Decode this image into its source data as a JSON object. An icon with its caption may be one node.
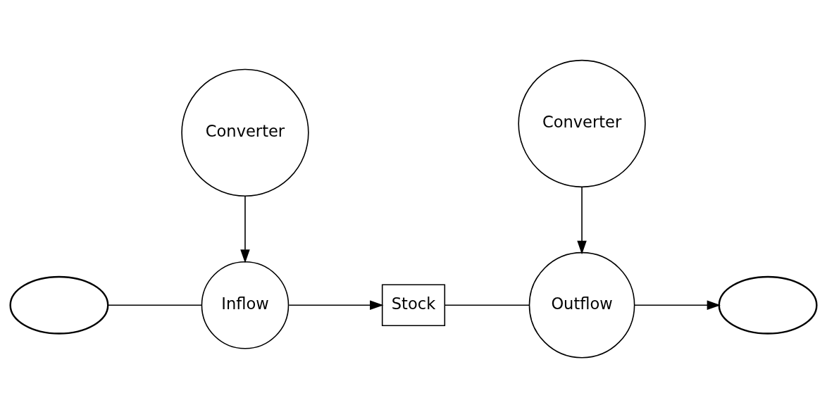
{
  "diagram": {
    "nodes": [
      {
        "text": [],
        "shape": "cloud"
      },
      {
        "text": [
          "Inflow"
        ]
      },
      {
        "text": [
          "Stock"
        ]
      },
      {
        "text": [
          "Outflow"
        ]
      },
      {
        "text": [],
        "shape": "cloud"
      },
      {
        "text": [
          "Converter"
        ]
      },
      {
        "text": [
          "Converter"
        ]
      }
    ],
    "edges": [
      {
        "from": 0,
        "to": 1,
        "arrow": "none"
      },
      {
        "from": 1,
        "to": 2,
        "arrow": "to"
      },
      {
        "from": 2,
        "to": 3,
        "arrow": "none"
      },
      {
        "from": 3,
        "to": 4,
        "arrow": "to"
      },
      {
        "from": 5,
        "to": 1,
        "arrow": "to"
      },
      {
        "from": 6,
        "to": 3,
        "arrow": "to"
      }
    ]
  }
}
